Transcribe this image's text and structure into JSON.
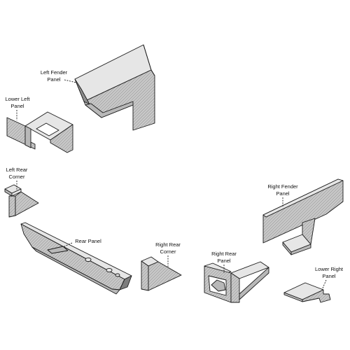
{
  "labels": {
    "left_fender_panel": [
      "Left Fender",
      "Panel"
    ],
    "lower_left_panel": [
      "Lower Left",
      "Panel"
    ],
    "left_rear_corner": [
      "Left Rear",
      "Corner"
    ],
    "rear_panel": [
      "Rear Panel"
    ],
    "right_rear_corner": [
      "Right Rear",
      "Corner"
    ],
    "right_rear_panel": [
      "Right Rear",
      "Panel"
    ],
    "right_fender_panel": [
      "Right Fender",
      "Panel"
    ],
    "lower_right_panel": [
      "Lower Right",
      "Panel"
    ]
  },
  "colors": {
    "outline": "#1a1a1a",
    "light_face": "#e6e6e6",
    "mid_face": "#b8b8b8",
    "dark_face": "#7d7d7d"
  }
}
